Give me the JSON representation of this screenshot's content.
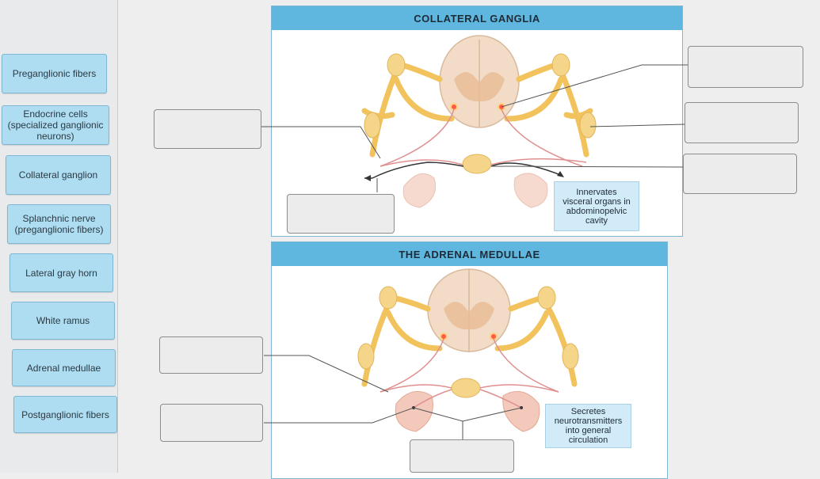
{
  "terms": [
    "Preganglionic fibers",
    "Endocrine cells\n(specialized ganglionic\nneurons)",
    "Collateral ganglion",
    "Splanchnic nerve\n(preganglionic fibers)",
    "Lateral gray horn",
    "White ramus",
    "Adrenal medullae",
    "Postganglionic fibers"
  ],
  "panels": {
    "collateral_ganglia": {
      "title": "COLLATERAL GANGLIA",
      "caption": "Innervates\nvisceral organs in\nabdominopelvic\ncavity"
    },
    "adrenal_medullae": {
      "title": "THE ADRENAL MEDULLAE",
      "caption": "Secretes\nneurotransmitters\ninto general\ncirculation"
    }
  },
  "colors": {
    "term_bg": "#aedcf0",
    "title_bar": "#5fb7e0",
    "drop_bg": "#ececec"
  }
}
